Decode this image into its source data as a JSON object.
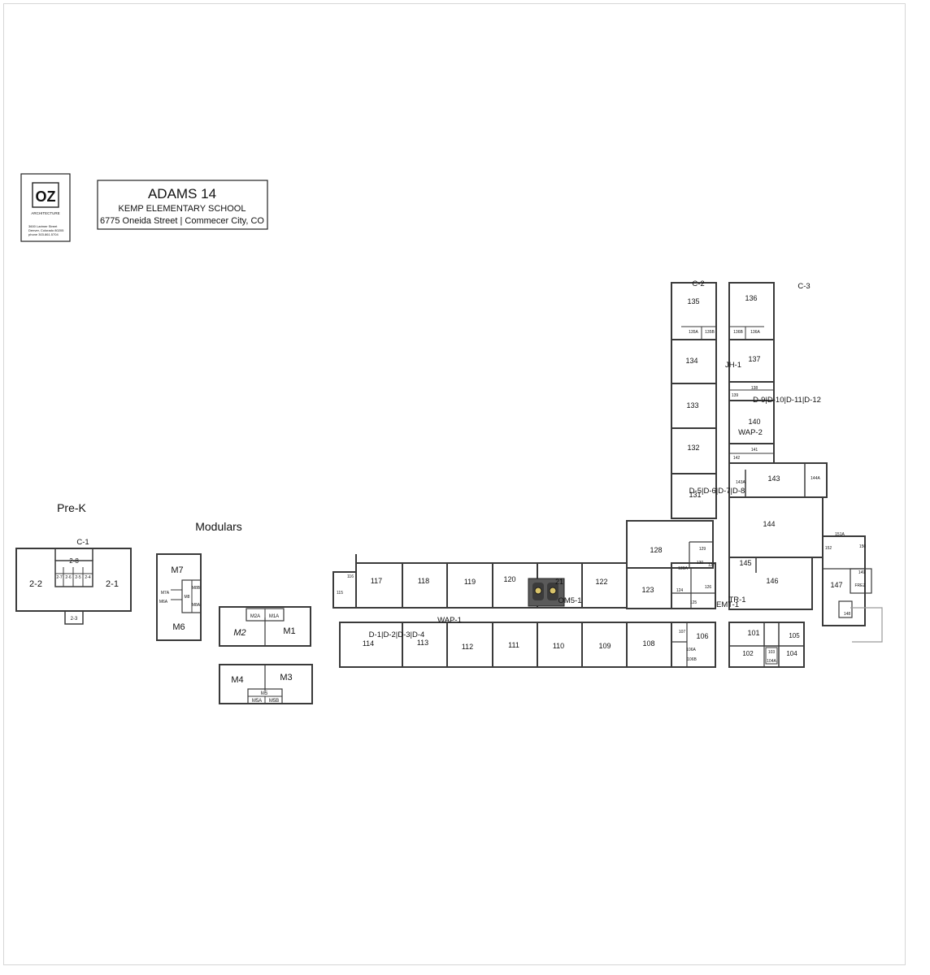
{
  "logo": {
    "mark": "OZ",
    "subtitle": "ARCHITECTURE",
    "address": [
      "3600 Larimer Street",
      "Denver, Colorado 80205",
      "phone 303.861.5704"
    ]
  },
  "title_block": {
    "district": "ADAMS 14",
    "school": "KEMP ELEMENTARY SCHOOL",
    "address": "6775 Oneida Street  |  Commecer City, CO"
  },
  "section_labels": {
    "prek": "Pre-K",
    "modulars": "Modulars"
  },
  "rooms": {
    "r135": "135",
    "r136": "136",
    "r135a": "135A",
    "r135b": "135B",
    "r136a": "136A",
    "r136b": "136B",
    "r134": "134",
    "r137": "137",
    "r133": "133",
    "r138": "138",
    "r139": "139",
    "r140": "140",
    "r132": "132",
    "r141": "141",
    "r142": "142",
    "r131": "131",
    "r143": "143",
    "r143a": "143A",
    "r144a": "144A",
    "r144": "144",
    "r128": "128",
    "r129": "129",
    "r130": "130",
    "r127": "127",
    "r145": "145",
    "r146": "146",
    "r123": "123",
    "r130a": "130A",
    "r124": "124",
    "r126": "126",
    "r125": "125",
    "r151a": "151A",
    "r150": "150",
    "r152": "152",
    "r147": "147",
    "r149": "149",
    "r148": "148",
    "frez": "FREZ",
    "r117": "117",
    "r118": "118",
    "r119": "119",
    "r120": "120",
    "r121": "21",
    "r122": "122",
    "r116": "116",
    "r115": "115",
    "r114": "114",
    "r113": "113",
    "r112": "112",
    "r111": "111",
    "r110": "110",
    "r109": "109",
    "r108": "108",
    "r107": "107",
    "r106": "106",
    "r106a": "106A",
    "r106b": "106B",
    "r101": "101",
    "r105": "105",
    "r102": "102",
    "r103": "103",
    "r104": "104",
    "r104a": "104A",
    "p22": "2-2",
    "p21": "2-1",
    "p28": "2-8",
    "p27": "2-7",
    "p26": "2-6",
    "p25": "2-5",
    "p24": "2-4",
    "p23": "2-3",
    "m7": "M7",
    "m6": "M6",
    "m7a": "M7A",
    "m6a": "M6A",
    "m8": "M8",
    "m8a": "M8A",
    "m8b": "M8B",
    "m2": "M2",
    "m1": "M1",
    "m2a": "M2A",
    "m1a": "M1A",
    "m4": "M4",
    "m3": "M3",
    "m5": "M5",
    "m5a": "M5A",
    "m5b": "M5B"
  },
  "device_labels": {
    "c2": "C-2",
    "c3": "C-3",
    "jh1": "JH-1",
    "d9_12": "D-9|D-10|D-11|D-12",
    "wap2": "WAP-2",
    "d5_8": "D-5|D-6|D-7|D-8",
    "c1": "C-1",
    "om51": "OM5-1",
    "wap1": "WAP-1",
    "d1_4": "D-1|D-2|D-3|D-4",
    "tr1": "TR-1",
    "emt1": "EMT-1"
  },
  "colors": {
    "wall": "#3a3a3a",
    "highlight": "#5a5a5a",
    "marker": "#d8c36a",
    "marker_dot": "#1a1a1a"
  }
}
